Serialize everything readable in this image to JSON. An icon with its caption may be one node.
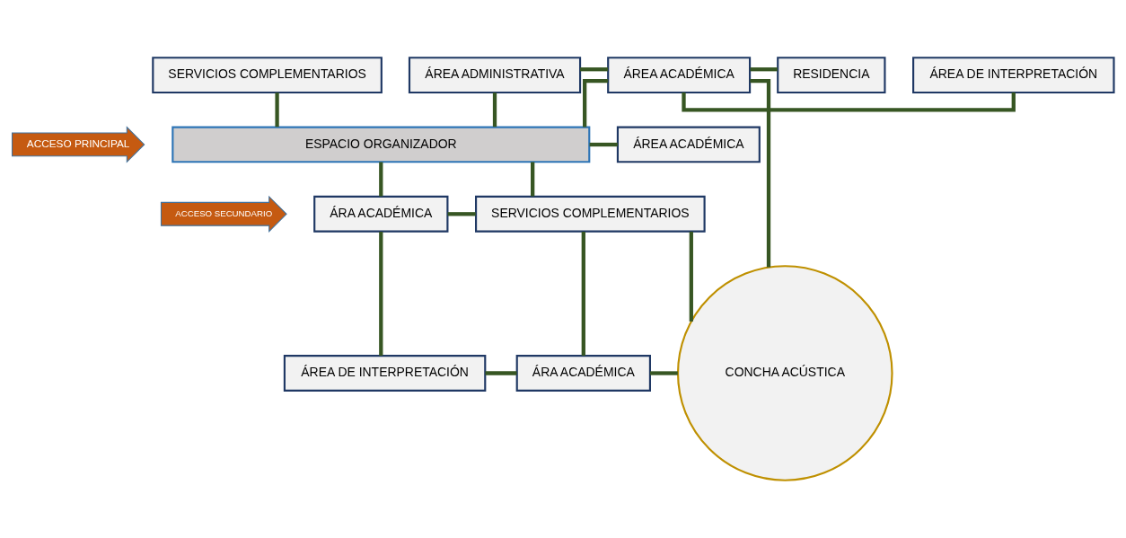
{
  "diagram": {
    "nodes": [
      {
        "text": [
          "ACCESO PRINCIPAL"
        ]
      },
      {
        "text": [
          "ACCESO SECUNDARIO"
        ]
      },
      {
        "text": [
          "SERVICIOS COMPLEMENTARIOS"
        ]
      },
      {
        "text": [
          "ÁREA ADMINISTRATIVA"
        ]
      },
      {
        "text": [
          "ÁREA ACADÉMICA"
        ]
      },
      {
        "text": [
          "ÁREA DE INTERPRETACIÓN"
        ]
      },
      {
        "text": [
          "RESIDENCIA"
        ]
      },
      {
        "text": [
          "ESPACIO ORGANIZADOR"
        ]
      },
      {
        "text": [
          "ÁREA ACADÉMICA"
        ]
      },
      {
        "text": [
          "ÁRA ACADÉMICA"
        ]
      },
      {
        "text": [
          "SERVICIOS COMPLEMENTARIOS"
        ]
      },
      {
        "text": [
          "CONCHA ACÚSTICA"
        ]
      },
      {
        "text": [
          "ÁREA DE INTERPRETACIÓN"
        ]
      },
      {
        "text": [
          "ÁRA ACADÉMICA"
        ]
      }
    ],
    "edges": [
      {
        "from": 2,
        "to": 7,
        "arrow": "none"
      },
      {
        "from": 3,
        "to": 4,
        "arrow": "none"
      },
      {
        "from": 3,
        "to": 7,
        "arrow": "none"
      },
      {
        "from": 4,
        "to": 7,
        "arrow": "none"
      },
      {
        "from": 4,
        "to": 5,
        "arrow": "none"
      },
      {
        "from": 4,
        "to": 6,
        "arrow": "none"
      },
      {
        "from": 4,
        "to": 11,
        "arrow": "none"
      },
      {
        "from": 7,
        "to": 8,
        "arrow": "none"
      },
      {
        "from": 7,
        "to": 9,
        "arrow": "none"
      },
      {
        "from": 7,
        "to": 10,
        "arrow": "none"
      },
      {
        "from": 9,
        "to": 10,
        "arrow": "none"
      },
      {
        "from": 9,
        "to": 12,
        "arrow": "none"
      },
      {
        "from": 10,
        "to": 13,
        "arrow": "none"
      },
      {
        "from": 10,
        "to": 11,
        "arrow": "none"
      },
      {
        "from": 12,
        "to": 13,
        "arrow": "none"
      },
      {
        "from": 13,
        "to": 11,
        "arrow": "none"
      }
    ]
  }
}
